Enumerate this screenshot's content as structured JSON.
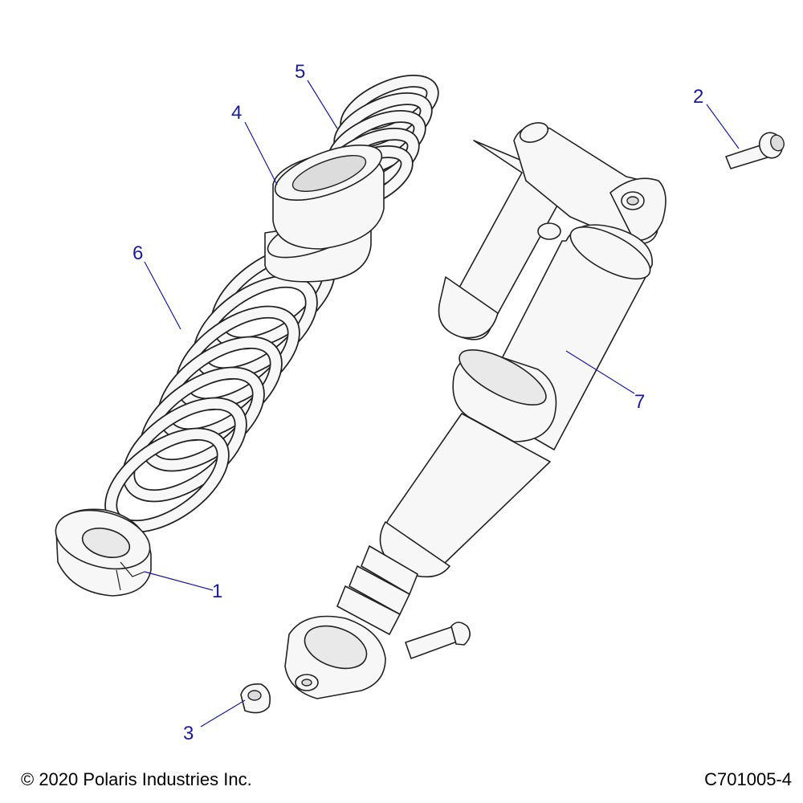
{
  "callouts": [
    {
      "id": "1",
      "label": "1"
    },
    {
      "id": "2",
      "label": "2"
    },
    {
      "id": "3",
      "label": "3"
    },
    {
      "id": "4",
      "label": "4"
    },
    {
      "id": "5",
      "label": "5"
    },
    {
      "id": "6",
      "label": "6"
    },
    {
      "id": "7",
      "label": "7"
    }
  ],
  "footer": {
    "copyright": "© 2020 Polaris Industries Inc.",
    "diagram_code": "C701005-4"
  },
  "colors": {
    "callout": "#1a1aa6",
    "line": "#222222",
    "part_fill": "#f7f7f7"
  }
}
